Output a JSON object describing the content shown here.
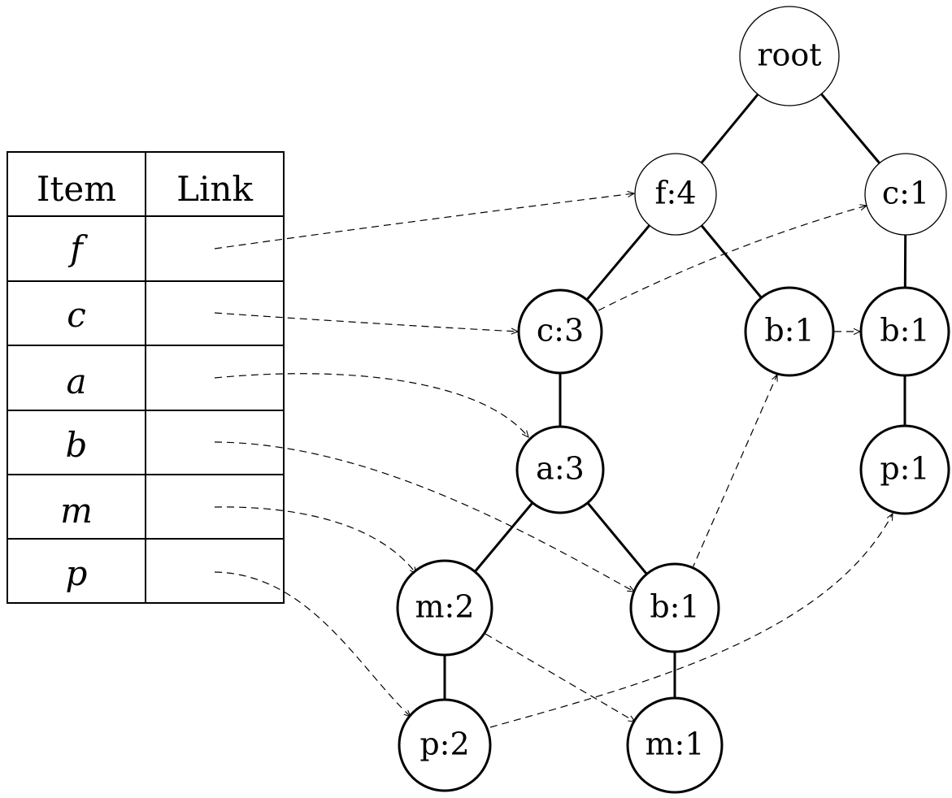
{
  "table": {
    "headers": [
      "Item",
      "Link"
    ],
    "items": [
      "f",
      "c",
      "a",
      "b",
      "m",
      "p"
    ]
  },
  "tree": {
    "nodes": [
      {
        "id": "root",
        "label": "root"
      },
      {
        "id": "f4",
        "label": "f:4"
      },
      {
        "id": "c1",
        "label": "c:1"
      },
      {
        "id": "c3",
        "label": "c:3"
      },
      {
        "id": "b1a",
        "label": "b:1"
      },
      {
        "id": "b1b",
        "label": "b:1"
      },
      {
        "id": "a3",
        "label": "a:3"
      },
      {
        "id": "p1",
        "label": "p:1"
      },
      {
        "id": "m2",
        "label": "m:2"
      },
      {
        "id": "b1c",
        "label": "b:1"
      },
      {
        "id": "p2",
        "label": "p:2"
      },
      {
        "id": "m1",
        "label": "m:1"
      }
    ],
    "edges": [
      [
        "root",
        "f4"
      ],
      [
        "root",
        "c1"
      ],
      [
        "f4",
        "c3"
      ],
      [
        "f4",
        "b1a"
      ],
      [
        "c1",
        "b1b"
      ],
      [
        "c3",
        "a3"
      ],
      [
        "b1b",
        "p1"
      ],
      [
        "a3",
        "m2"
      ],
      [
        "a3",
        "b1c"
      ],
      [
        "m2",
        "p2"
      ],
      [
        "b1c",
        "m1"
      ]
    ]
  }
}
